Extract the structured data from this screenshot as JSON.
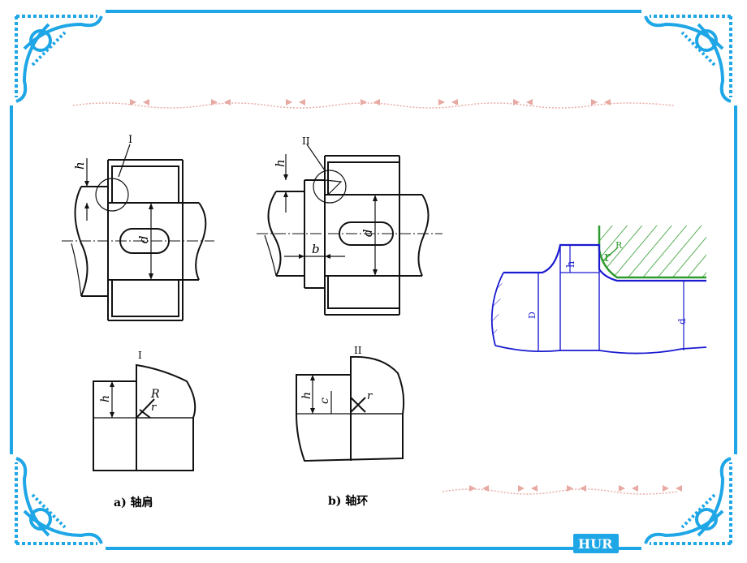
{
  "slide": {
    "frame_color": "#1ea6e6",
    "ribbon_color": "#e7a9a2",
    "diagram_a": {
      "detail_label": "I",
      "caption": "a) 轴肩",
      "dims": {
        "h": "h",
        "d": "d",
        "h_detail": "h",
        "R": "R",
        "r": "r"
      }
    },
    "diagram_b": {
      "detail_label": "II",
      "caption": "b) 轴环",
      "dims": {
        "h": "h",
        "d": "d",
        "b": "b",
        "h_detail": "h",
        "c": "c",
        "r": "r"
      }
    },
    "diagram_c": {
      "line_color": "#1a1ad0",
      "hatch_color": "#2e9b2e",
      "radius_color": "#2e9b2e",
      "labels": {
        "h": "h",
        "r": "r",
        "R": "R",
        "D": "D",
        "d": "d"
      }
    },
    "logo_text": "HUR"
  }
}
